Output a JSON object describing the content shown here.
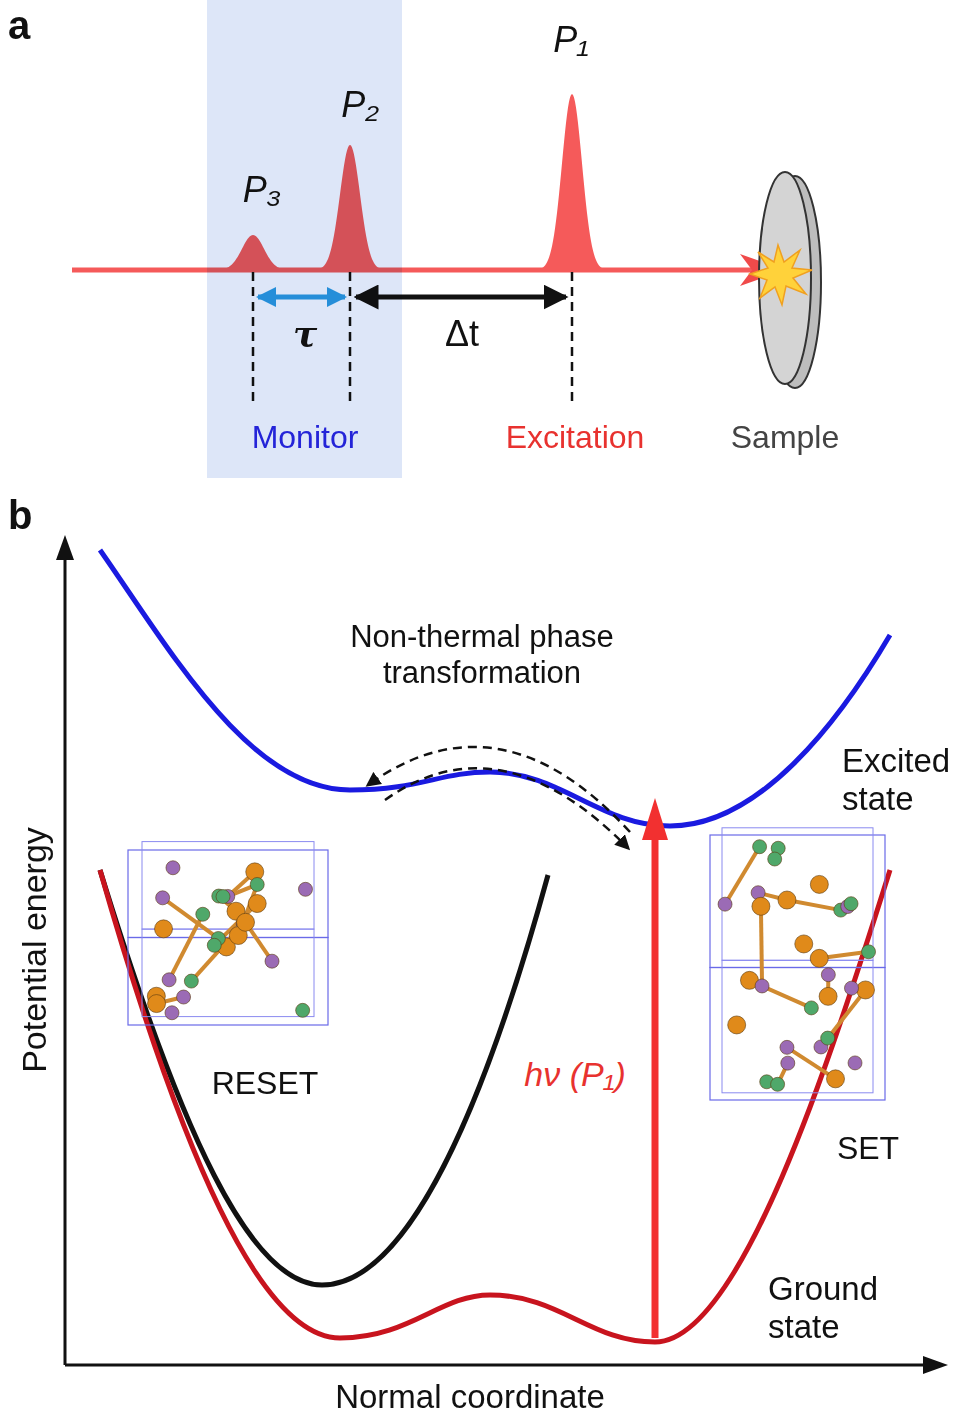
{
  "diagram": {
    "nodes": [
      {
        "text": [
          "P₃",
          "P₂",
          "τ",
          "Monitor"
        ]
      }
    ],
    "labels": [
      "a",
      "P₁",
      "Δt",
      "Excitation",
      "Sample",
      "b",
      "Non-thermal phase transformation",
      "Excited state",
      "RESET",
      "SET",
      "hν (P₁)",
      "Ground state",
      "Potential energy",
      "Normal coordinate"
    ]
  }
}
